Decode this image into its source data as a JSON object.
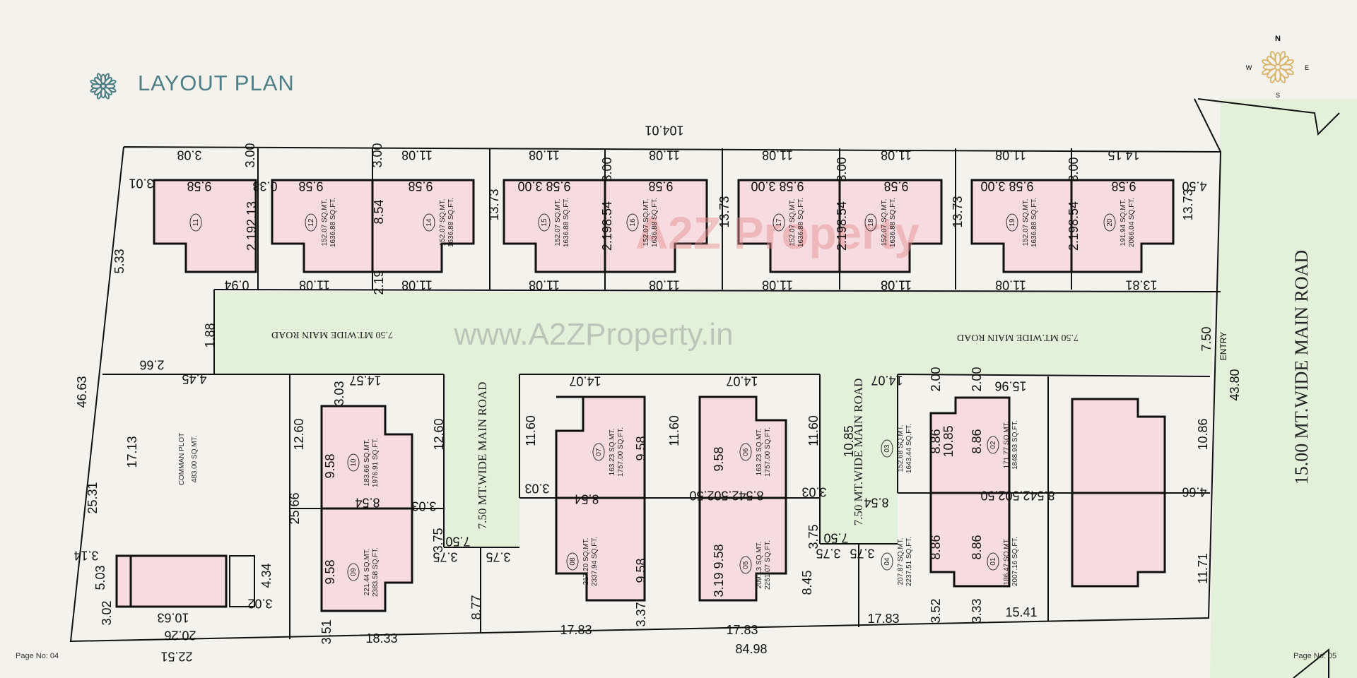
{
  "title": "LAYOUT PLAN",
  "compass": {
    "n": "N",
    "e": "E",
    "s": "S",
    "w": "W"
  },
  "watermark": {
    "logo": "A2Z Property",
    "url": "www.A2ZProperty.in"
  },
  "roads": {
    "internal_left": "7.50 MT.WIDE MAIN ROAD",
    "internal_right": "7.50 MT.WIDE MAIN ROAD",
    "vertical_1": "7.50 MT.WIDE MAIN ROAD",
    "vertical_2": "7.50 MT.WIDE MAIN ROAD",
    "main": "15.00 MT.WIDE MAIN ROAD",
    "entry": "ENTRY"
  },
  "common_plot": {
    "label": "COMMAN PLOT",
    "area": "483.00 SQ.MT."
  },
  "plots": [
    {
      "no": "11",
      "sqmt": "",
      "sqft": ""
    },
    {
      "no": "12",
      "sqmt": "152.07 SQ.MT.",
      "sqft": "1636.88 SQ.FT."
    },
    {
      "no": "14",
      "sqmt": "152.07 SQ.MT.",
      "sqft": "1636.88 SQ.FT."
    },
    {
      "no": "15",
      "sqmt": "152.07 SQ.MT.",
      "sqft": "1636.88 SQ.FT."
    },
    {
      "no": "16",
      "sqmt": "152.07 SQ.MT.",
      "sqft": "1636.88 SQ.FT."
    },
    {
      "no": "17",
      "sqmt": "152.07 SQ.MT.",
      "sqft": "1636.88 SQ.FT."
    },
    {
      "no": "18",
      "sqmt": "152.07 SQ.MT.",
      "sqft": "1636.88 SQ.FT."
    },
    {
      "no": "19",
      "sqmt": "152.07 SQ.MT.",
      "sqft": "1636.88 SQ.FT."
    },
    {
      "no": "20",
      "sqmt": "191.94 SQ.MT.",
      "sqft": "2066.04 SQ.FT."
    },
    {
      "no": "10",
      "sqmt": "183.66 SQ.MT.",
      "sqft": "1976.91 SQ.FT."
    },
    {
      "no": "09",
      "sqmt": "221.44 SQ.MT.",
      "sqft": "2383.58 SQ.FT."
    },
    {
      "no": "07",
      "sqmt": "163.23 SQ.MT.",
      "sqft": "1757.00 SQ.FT."
    },
    {
      "no": "08",
      "sqmt": "217.20 SQ.MT.",
      "sqft": "2337.94 SQ.FT."
    },
    {
      "no": "06",
      "sqmt": "163.23 SQ.MT.",
      "sqft": "1757.00 SQ.FT."
    },
    {
      "no": "05",
      "sqmt": "209.13 SQ.MT.",
      "sqft": "2251.07 SQ.FT."
    },
    {
      "no": "03",
      "sqmt": "152.68 SQ.MT.",
      "sqft": "1643.44 SQ.FT."
    },
    {
      "no": "04",
      "sqmt": "207.87 SQ.MT.",
      "sqft": "2237.51 SQ.FT."
    },
    {
      "no": "02",
      "sqmt": "171.77 SQ.MT.",
      "sqft": "1848.93 SQ.FT."
    },
    {
      "no": "01",
      "sqmt": "186.47 SQ.MT.",
      "sqft": "2007.16 SQ.FT."
    }
  ],
  "dimensions": [
    "104.01",
    "3.08",
    "3.00",
    "3.01",
    "9.58",
    "0.38",
    "2.192.13",
    "5.33",
    "0.94",
    "11.08",
    "9.58",
    "11.08",
    "3.00",
    "9.58",
    "8.54",
    "2.19",
    "11.08",
    "13.73",
    "11.08",
    "9.58 3.00",
    "11.08",
    "11.08",
    "3.00",
    "9.58",
    "2.198.54",
    "11.08",
    "11.08",
    "13.73",
    "9.58 3.00",
    "11.08",
    "11.08",
    "3.00",
    "9.58",
    "2.198.54",
    "11.08",
    "11.08",
    "13.73",
    "9.58 3.00",
    "14.15",
    "3.00",
    "9.58",
    "2.198.54",
    "13.81",
    "4.50",
    "13.73",
    "1.88",
    "2.66",
    "7.50",
    "46.63",
    "4.45",
    "17.13",
    "25.31",
    "3.14",
    "5.03",
    "3.02",
    "10.63",
    "20.26",
    "22.51",
    "4.34",
    "3.02",
    "12.60",
    "25.66",
    "14.57",
    "3.03",
    "9.58",
    "8.54",
    "3.03",
    "9.58",
    "3.51",
    "18.33",
    "12.60",
    "3.75",
    "7.50",
    "3.75",
    "3.75",
    "8.77",
    "11.60",
    "3.03",
    "14.07",
    "8.54",
    "9.58",
    "9.58",
    "3.37",
    "17.83",
    "11.60",
    "84.98",
    "14.07",
    "9.58",
    "8.542.502.50",
    "3.19 9.58",
    "17.83",
    "11.60",
    "3.03",
    "3.75",
    "7.50",
    "3.75",
    "3.75",
    "8.45",
    "10.85",
    "14.07",
    "2.00",
    "8.86",
    "8.54",
    "8.86",
    "3.52",
    "17.83",
    "10.85",
    "2.00",
    "15.96",
    "8.86",
    "8.542.502.50",
    "8.86",
    "3.33",
    "15.41",
    "10.86",
    "4.66",
    "11.71",
    "43.80",
    "11.08",
    "11.08"
  ],
  "footer": {
    "left": "Page No: 04",
    "right": "Page No: 05"
  },
  "colors": {
    "title": "#4f7f86",
    "compass": "#d8b36a",
    "house_fill": "#f6dbe0",
    "road_fill": "#dff0d6"
  }
}
